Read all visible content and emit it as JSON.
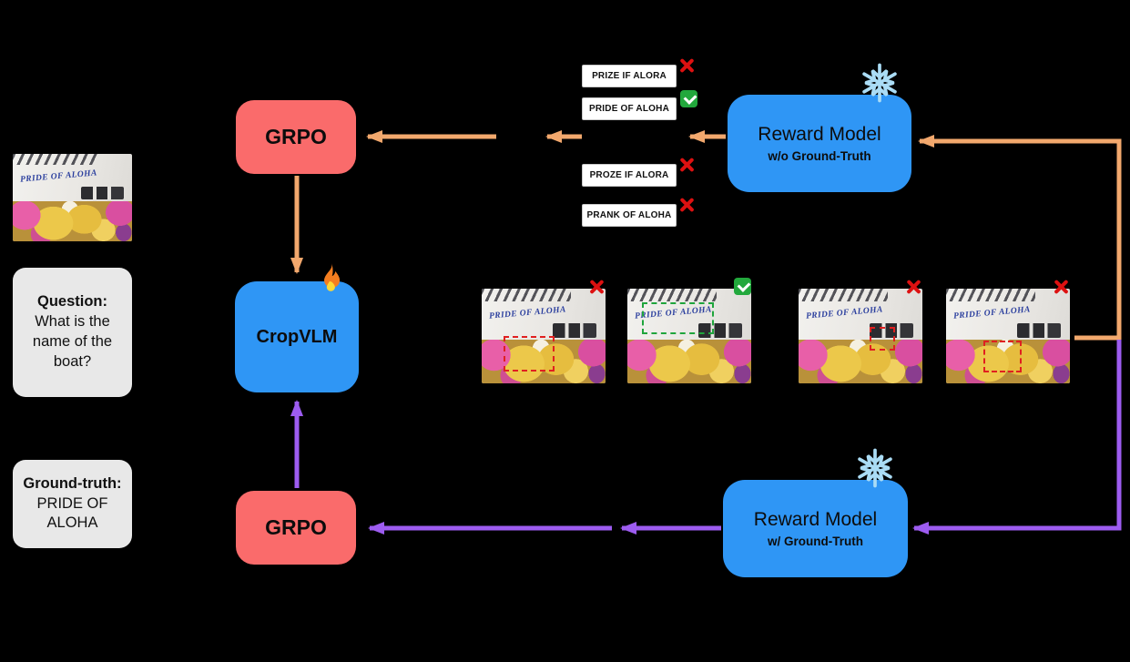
{
  "figure": {
    "background": "#000000"
  },
  "palette": {
    "grpo_red": "#fa6b6b",
    "model_blue": "#2f96f5",
    "arrow_orange": "#f2a86d",
    "arrow_purple": "#9d5cf0",
    "panel_gray": "#e8e8e8",
    "cross_red": "#dd1111",
    "check_green": "#22a83c",
    "crop_box_red": "#e02020",
    "crop_box_green": "#1fa53c"
  },
  "inputs": {
    "question": {
      "label": "Question:",
      "text": "What is the name of the boat?"
    },
    "ground_truth": {
      "label": "Ground-truth:",
      "text": "PRIDE OF ALOHA"
    }
  },
  "boat": {
    "text": "PRIDE OF ALOHA"
  },
  "nodes": {
    "grpo_top": {
      "label": "GRPO"
    },
    "cropvlm": {
      "label": "CropVLM"
    },
    "grpo_bottom": {
      "label": "GRPO"
    },
    "reward_top": {
      "title": "Reward Model",
      "subtitle": "w/o Ground-Truth"
    },
    "reward_bottom": {
      "title": "Reward Model",
      "subtitle": "w/ Ground-Truth"
    }
  },
  "candidates": [
    {
      "text": "PRIZE IF ALORA",
      "mark": "cross"
    },
    {
      "text": "PRIDE OF ALOHA",
      "mark": "check"
    },
    {
      "text": "PROZE IF ALORA",
      "mark": "cross"
    },
    {
      "text": "PRANK OF ALOHA",
      "mark": "cross"
    }
  ],
  "crops": [
    {
      "mark": "cross",
      "box_color": "red"
    },
    {
      "mark": "check",
      "box_color": "green"
    },
    {
      "mark": "cross",
      "box_color": "red"
    },
    {
      "mark": "cross",
      "box_color": "red"
    }
  ]
}
